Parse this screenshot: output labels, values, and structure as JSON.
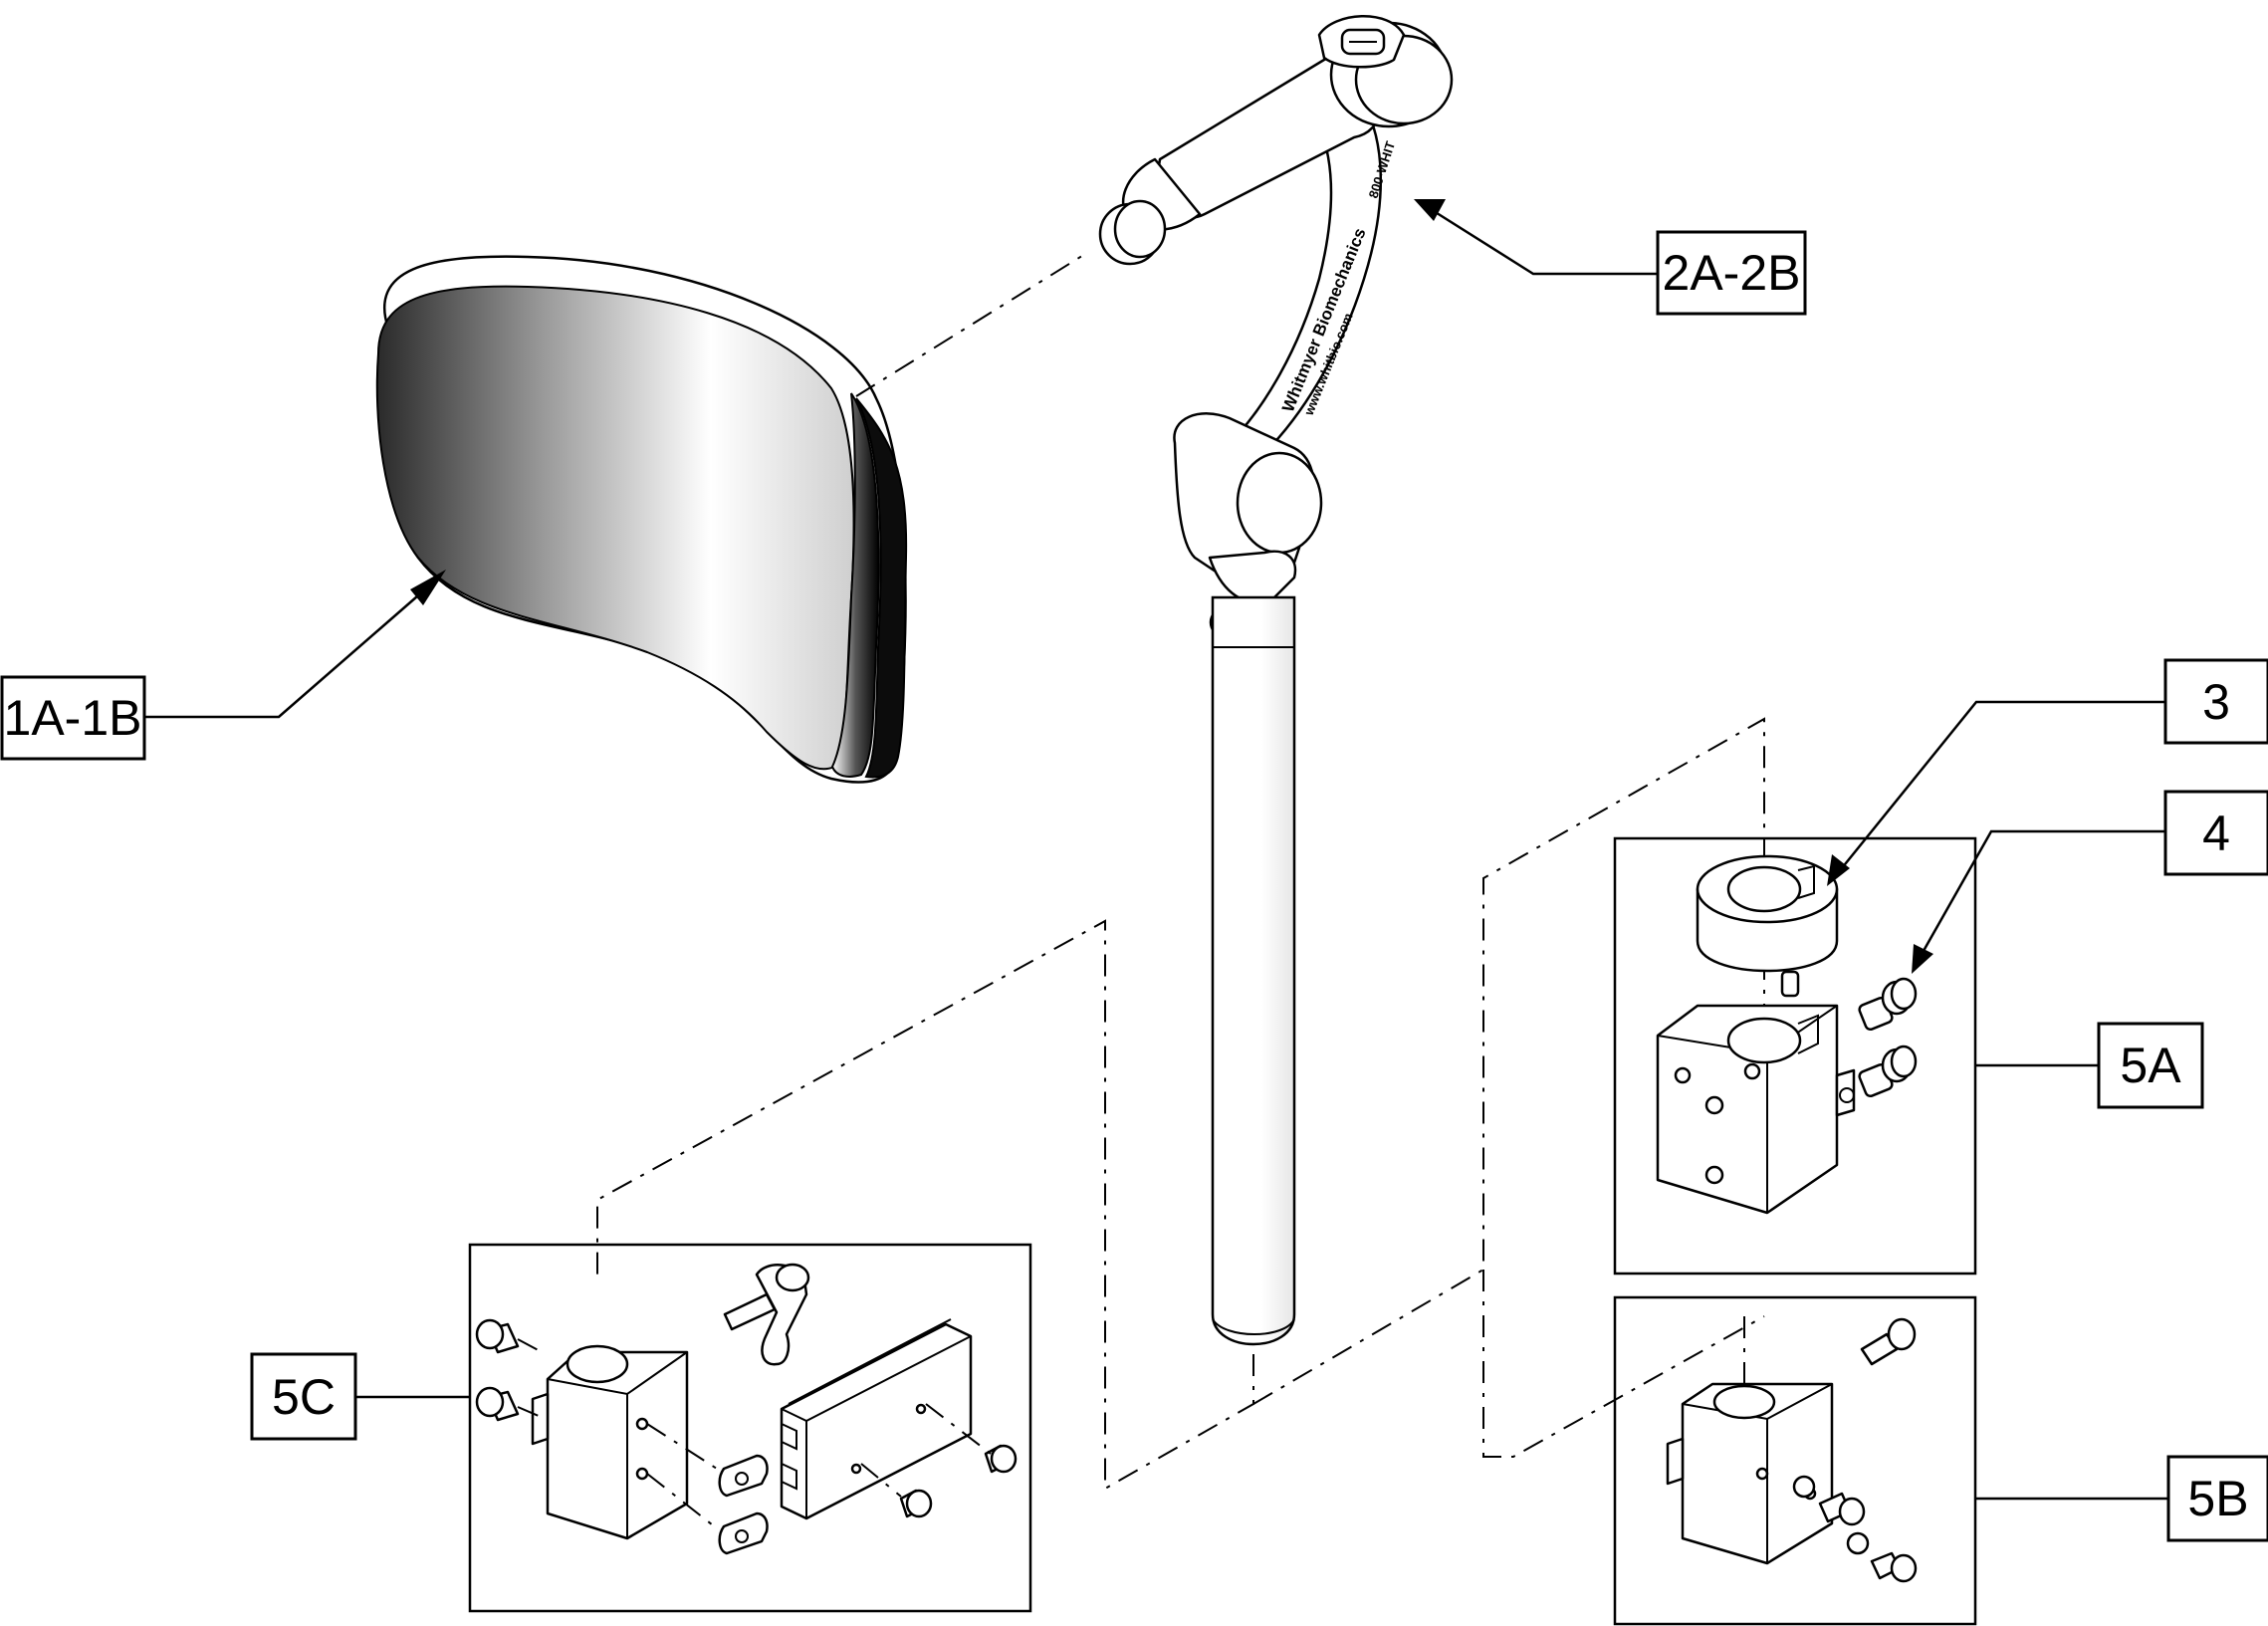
{
  "callouts": {
    "c1": "1A-1B",
    "c2": "2A-2B",
    "c3": "3",
    "c4": "4",
    "c5a": "5A",
    "c5b": "5B",
    "c5c": "5C"
  },
  "product_text": {
    "arm_brand": "Whitmyer Biomechanics",
    "arm_url": "www.whitbio.com",
    "arm_phone": "800-WHIT"
  },
  "colors": {
    "line": "#000000",
    "background": "#ffffff",
    "pad_dark": "#111111",
    "pad_light": "#ffffff"
  }
}
